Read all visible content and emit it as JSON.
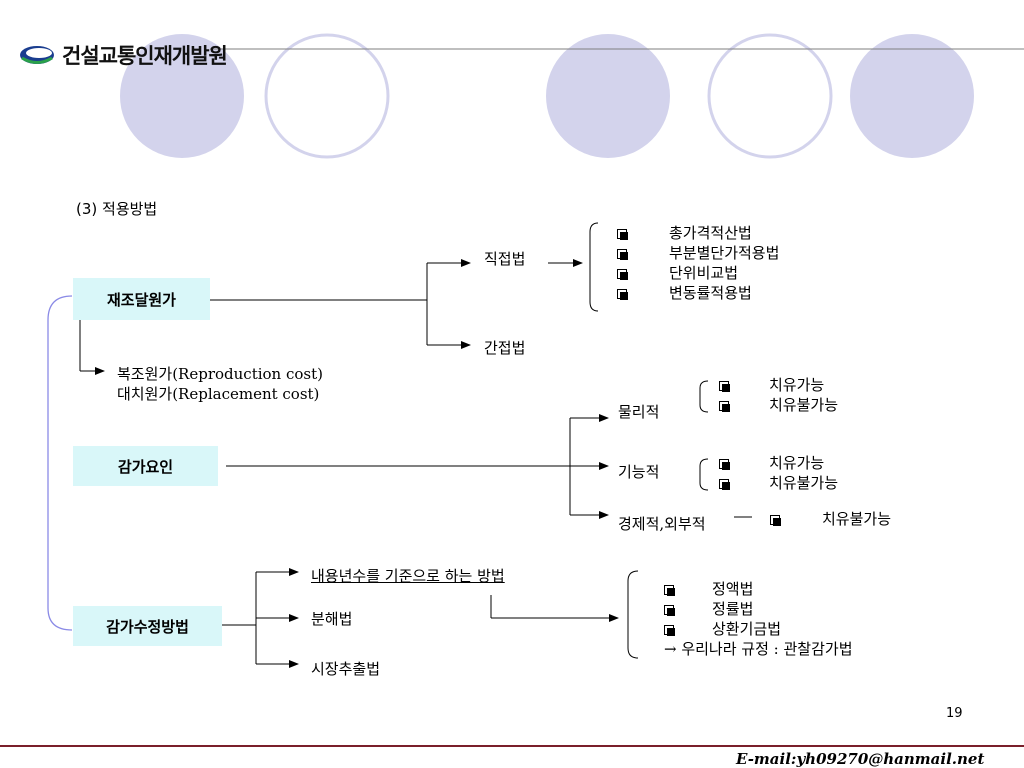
{
  "header": {
    "logo_text": "건설교통인재개발원"
  },
  "title": "(3) 적용방법",
  "boxes": {
    "reproduction": "재조달원가",
    "depreciation_factor": "감가요인",
    "depreciation_method": "감가수정방법"
  },
  "method": {
    "direct": "직접법",
    "indirect": "간접법",
    "direct_items": [
      "총가격적산법",
      "부분별단가적용법",
      "단위비교법",
      "변동률적용법"
    ]
  },
  "cost_types": [
    "복조원가(Reproduction cost)",
    "대치원가(Replacement cost)"
  ],
  "factors": {
    "physical": "물리적",
    "functional": "기능적",
    "economic": "경제적,외부적",
    "physical_items": [
      "치유가능",
      "치유불가능"
    ],
    "functional_items": [
      "치유가능",
      "치유불가능"
    ],
    "economic_item": "치유불가능"
  },
  "dep_methods": {
    "useful_life": "내용년수를 기준으로 하는 방법",
    "breakdown": "분해법",
    "market": "시장추출법",
    "useful_life_items": [
      "정액법",
      "정률법",
      "상환기금법"
    ],
    "korea_note": "→ 우리나라 규정 : 관찰감가법"
  },
  "footer": {
    "page": "19",
    "email": "E-mail:yh09270@hanmail.net"
  },
  "colors": {
    "circle_fill": "#d3d3ec",
    "box_fill": "#d9f7f9",
    "connector": "#8a8ae6",
    "footer_line": "#7a1f2a",
    "header_line": "#7f7f7f"
  }
}
